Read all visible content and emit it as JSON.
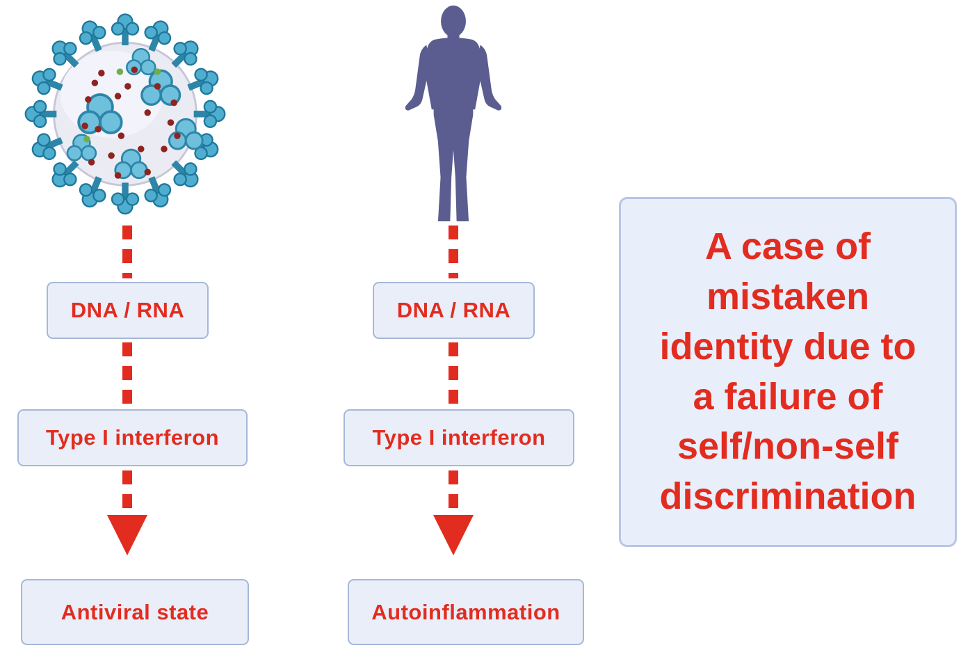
{
  "colors": {
    "red": "#e22c20",
    "box_fill": "#e9eef8",
    "box_border": "#a6b8d8",
    "note_fill": "#e8eefa",
    "note_border": "#b6c6e6",
    "virus_teal": "#4aa7c6",
    "human_purple": "#5b5d90",
    "background": "#ffffff"
  },
  "icons": {
    "left_source": "virus-icon",
    "right_source": "human-figure-icon"
  },
  "flows": [
    {
      "source": "virus",
      "steps": [
        {
          "label": "DNA / RNA"
        },
        {
          "label": "Type I interferon"
        },
        {
          "label": "Antiviral state"
        }
      ]
    },
    {
      "source": "human",
      "steps": [
        {
          "label": "DNA / RNA"
        },
        {
          "label": "Type I interferon"
        },
        {
          "label": "Autoinflammation"
        }
      ]
    }
  ],
  "note": {
    "text": "A case of mistaken identity due to a failure of self/non-self discrimination",
    "lines": [
      "A case of",
      "mistaken",
      "identity due to",
      "a failure of",
      "self/non-self",
      "discrimination"
    ]
  }
}
